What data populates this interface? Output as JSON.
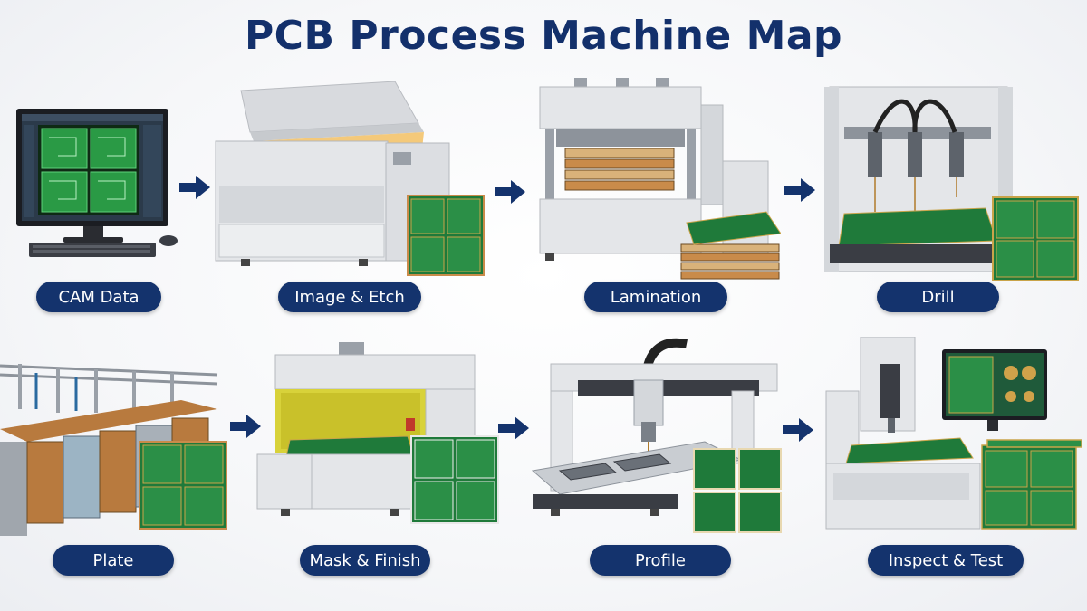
{
  "title": "PCB Process Machine Map",
  "stations": [
    {
      "label": "CAM Data"
    },
    {
      "label": "Image & Etch"
    },
    {
      "label": "Lamination"
    },
    {
      "label": "Drill"
    },
    {
      "label": "Plate"
    },
    {
      "label": "Mask & Finish"
    },
    {
      "label": "Profile"
    },
    {
      "label": "Inspect & Test"
    }
  ],
  "colors": {
    "title": "#13306b",
    "pill": "#14336d",
    "arrow": "#14336d",
    "pcb_green": "#1f7a3a",
    "copper": "#c98b4a",
    "machine_body": "#e4e6e9"
  }
}
